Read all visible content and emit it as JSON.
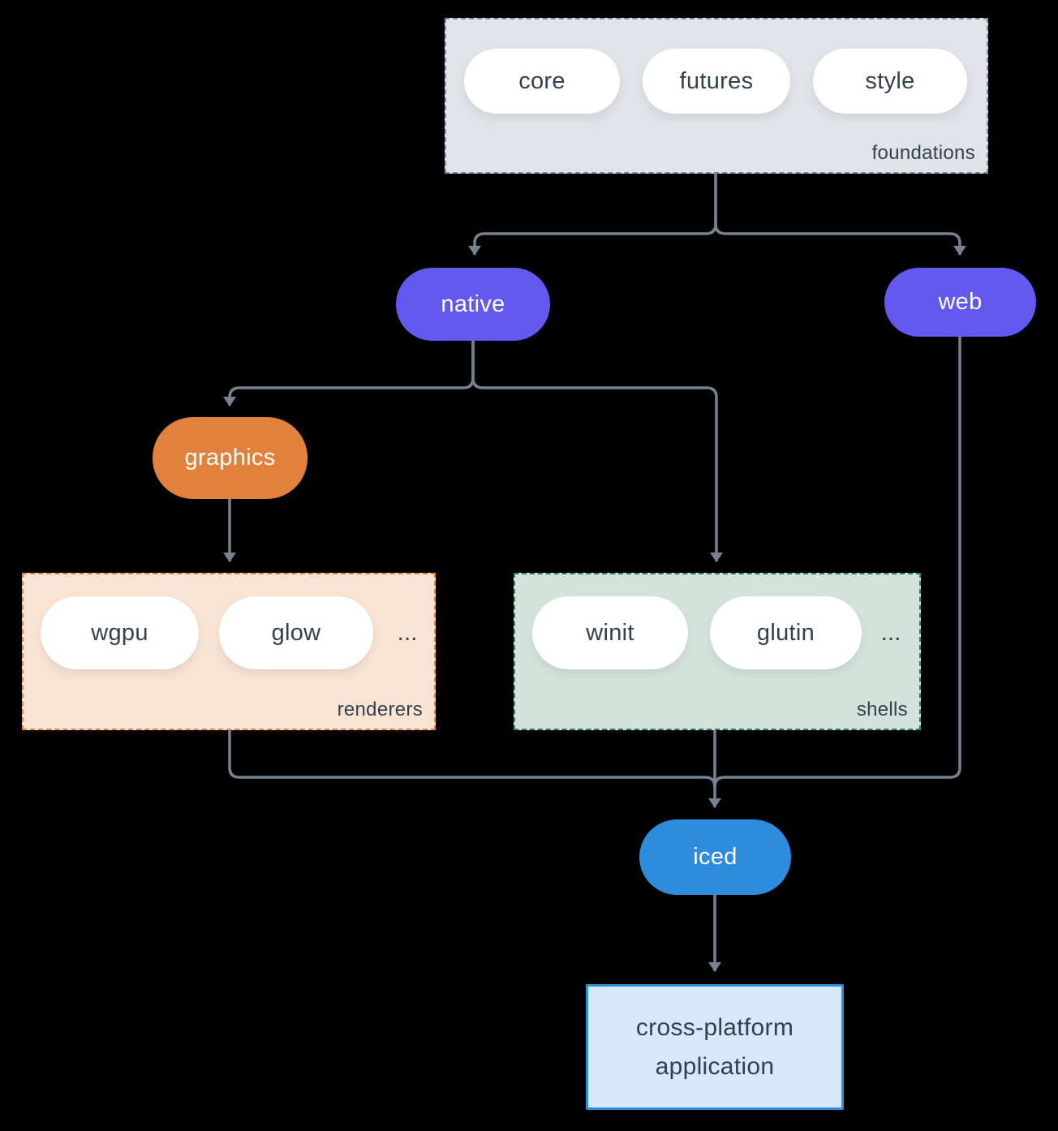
{
  "colors": {
    "background": "#000000",
    "connector": "#76828f",
    "text_dark": "#33414f",
    "node_purple": "#6358f0",
    "node_orange": "#e2813d",
    "node_blue": "#2d8cdb",
    "foundations_fill": "#e0e4e8",
    "foundations_border": "#7e8d9d",
    "renderers_fill": "#f9e3d3",
    "renderers_border": "#e6823c",
    "shells_fill": "#d3e3dc",
    "shells_border": "#2e7d6c",
    "application_fill": "#d7e9f8",
    "application_border": "#2e8fdd"
  },
  "foundations": {
    "label": "foundations",
    "pills": {
      "core": "core",
      "futures": "futures",
      "style": "style"
    }
  },
  "nodes": {
    "native": "native",
    "web": "web",
    "graphics": "graphics",
    "iced": "iced"
  },
  "renderers": {
    "label": "renderers",
    "pills": {
      "wgpu": "wgpu",
      "glow": "glow"
    },
    "more": "..."
  },
  "shells": {
    "label": "shells",
    "pills": {
      "winit": "winit",
      "glutin": "glutin"
    },
    "more": "..."
  },
  "application": {
    "line1": "cross-platform",
    "line2": "application"
  }
}
